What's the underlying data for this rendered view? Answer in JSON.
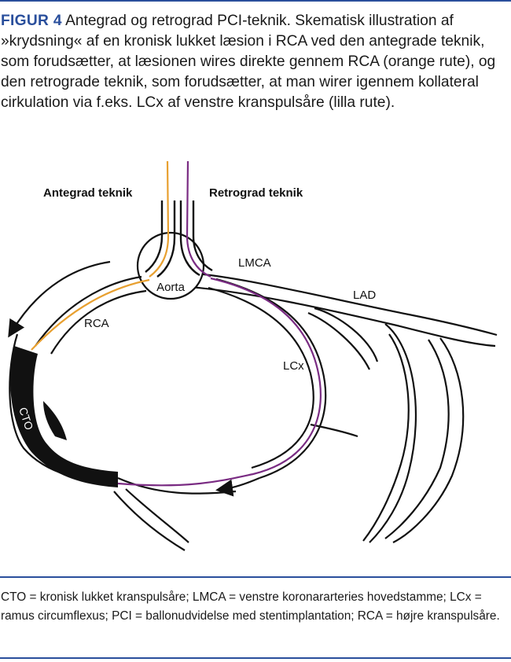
{
  "caption": {
    "figure_label": "FIGUR 4",
    "text": "Antegrad og retrograd PCI-teknik. Skematisk illustration af »krydsning« af en kronisk lukket læsion i RCA ved den antegrade teknik, som forudsætter, at læsionen wires direkte gennem RCA (orange rute), og den retrograde teknik, som forudsætter, at man wirer igennem kollateral cirkulation via f.eks. LCx af venstre kranspulsåre (lilla rute)."
  },
  "diagram": {
    "antegrade_label": "Antegrad teknik",
    "retrograde_label": "Retrograd teknik",
    "aorta_label": "Aorta",
    "lmca_label": "LMCA",
    "lad_label": "LAD",
    "rca_label": "RCA",
    "lcx_label": "LCx",
    "cto_label": "CTO",
    "colors": {
      "antegrade_wire": "#e8a030",
      "retrograde_wire": "#7a2c83",
      "cto": "#111111",
      "accent": "#2a4f9c"
    }
  },
  "footnote": "CTO = kronisk lukket kranspulsåre; LMCA = venstre koronararteries hovedstamme; LCx = ramus circumflexus; PCI = ballonudvidelse med stentimplantation; RCA = højre kranspulsåre."
}
